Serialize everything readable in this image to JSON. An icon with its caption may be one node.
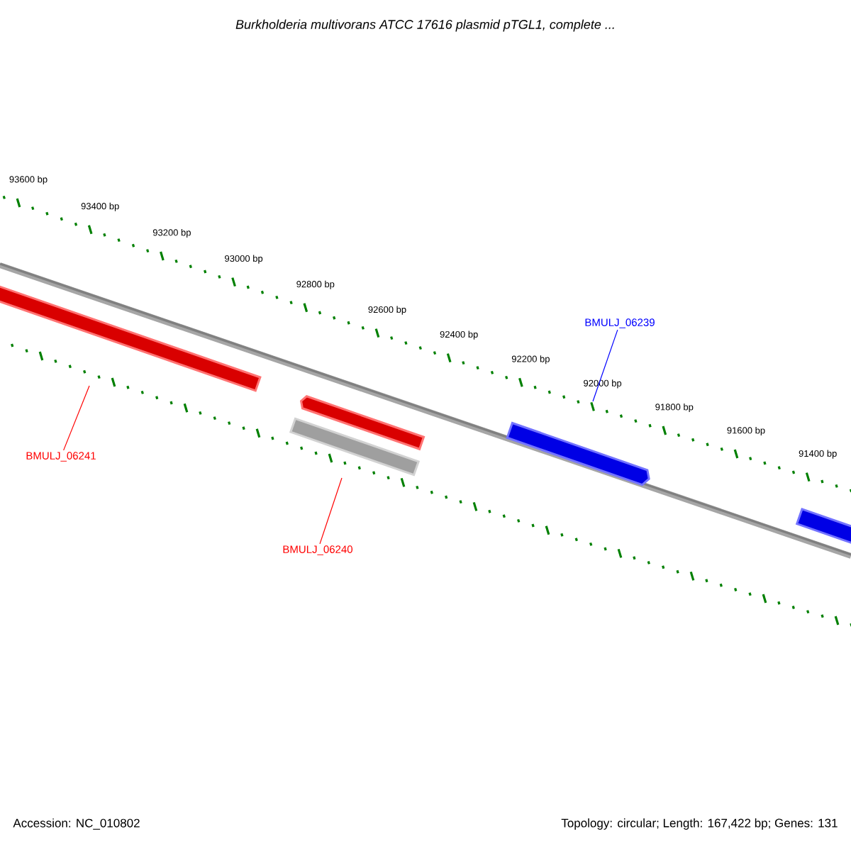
{
  "diagram": {
    "title": "Burkholderia multivorans ATCC 17616 plasmid pTGL1, complete ...",
    "nodes": [
      {
        "text": [
          "BMULJ_06239"
        ]
      },
      {
        "text": [
          "BMULJ_06241"
        ]
      },
      {
        "text": [
          "BMULJ_06240"
        ]
      },
      {
        "text": [],
        "shape": "bar"
      },
      {
        "text": [],
        "shape": "arrow"
      },
      {
        "text": [],
        "shape": "bar"
      },
      {
        "text": [],
        "shape": "arrow"
      },
      {
        "text": [],
        "shape": "bar"
      }
    ],
    "edges": [
      {
        "from": 0,
        "to": null,
        "arrow": "none",
        "color": "#0000ff"
      },
      {
        "from": 1,
        "to": null,
        "arrow": "none",
        "color": "#ff0000"
      },
      {
        "from": 2,
        "to": null,
        "arrow": "none",
        "color": "#ff0000"
      }
    ],
    "labels": [
      "93600 bp",
      "93400 bp",
      "93200 bp",
      "93000 bp",
      "92800 bp",
      "92600 bp",
      "92400 bp",
      "92200 bp",
      "92000 bp",
      "91800 bp",
      "91600 bp",
      "91400 bp",
      "Accession: NC_010802",
      "Topology: circular; Length: 167,422 bp; Genes: 131"
    ]
  }
}
